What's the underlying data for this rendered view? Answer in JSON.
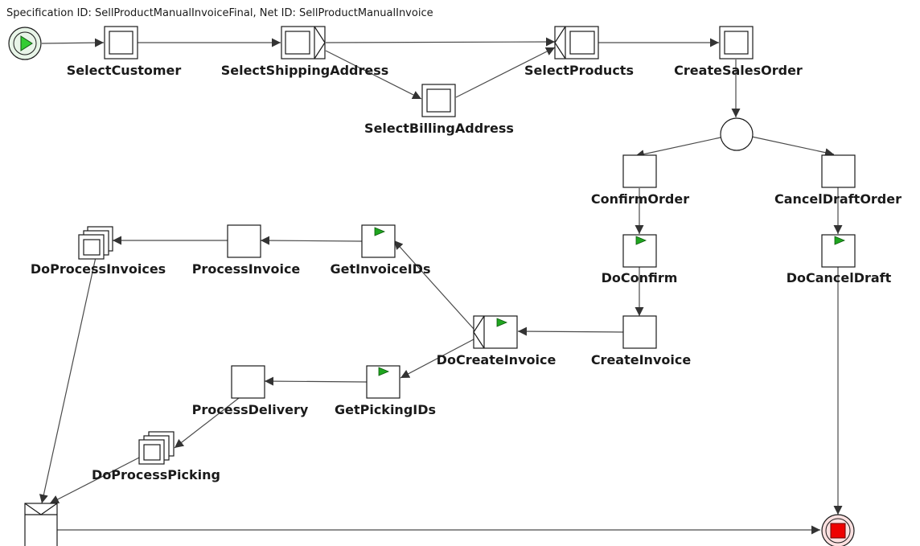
{
  "header": {
    "spec_line": "Specification ID: SellProductManualInvoiceFinal, Net ID:  SellProductManualInvoice"
  },
  "colors": {
    "start_fill": "#33cc33",
    "end_fill": "#ee0000",
    "end_ring": "#fce0e0",
    "flag": "#1fa51f"
  },
  "tasks": {
    "select_customer": "SelectCustomer",
    "select_shipping_address": "SelectShippingAddress",
    "select_billing_address": "SelectBillingAddress",
    "select_products": "SelectProducts",
    "create_sales_order": "CreateSalesOrder",
    "confirm_order": "ConfirmOrder",
    "cancel_draft_order": "CancelDraftOrder",
    "do_confirm": "DoConfirm",
    "do_cancel_draft": "DoCancelDraft",
    "create_invoice": "CreateInvoice",
    "do_create_invoice": "DoCreateInvoice",
    "get_invoice_ids": "GetInvoiceIDs",
    "process_invoice": "ProcessInvoice",
    "do_process_invoices": "DoProcessInvoices",
    "get_picking_ids": "GetPickingIDs",
    "process_delivery": "ProcessDelivery",
    "do_process_picking": "DoProcessPicking"
  }
}
